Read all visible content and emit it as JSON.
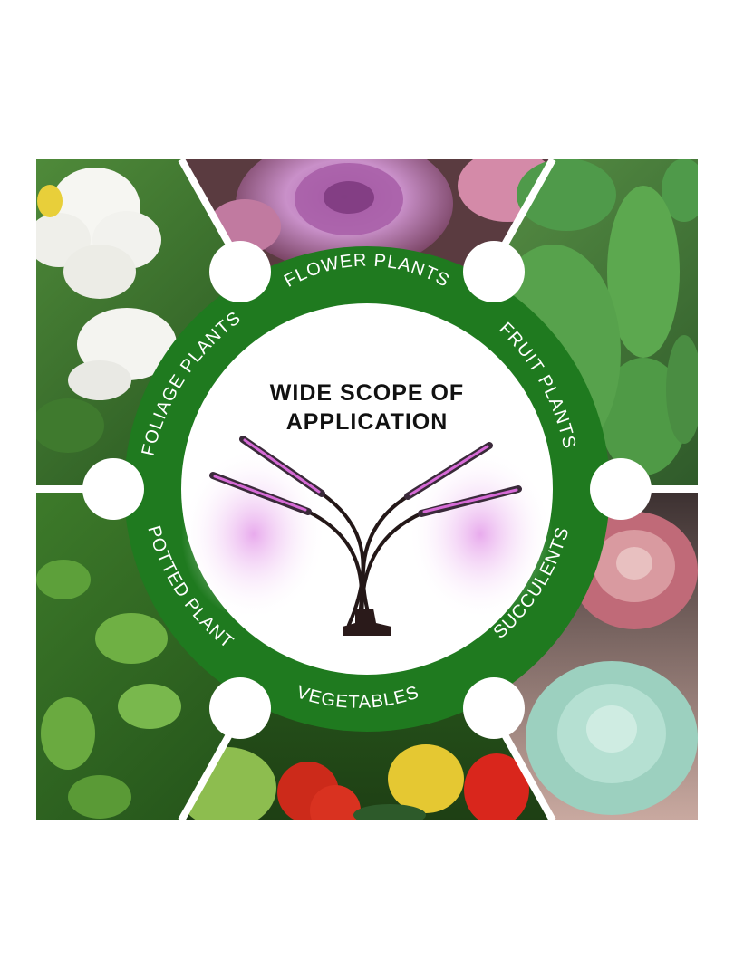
{
  "title": {
    "line1": "WIDE SCOPE OF",
    "line2": "APPLICATION"
  },
  "categories": [
    {
      "label": "FLOWER PLANTS",
      "photo": "pink-rose-photo"
    },
    {
      "label": "FRUIT PLANTS",
      "photo": "cactus-photo"
    },
    {
      "label": "SUCCULENTS",
      "photo": "succulent-photo"
    },
    {
      "label": "VEGETABLES",
      "photo": "vegetables-photo"
    },
    {
      "label": "POTTED PLANT",
      "photo": "pothos-photo"
    },
    {
      "label": "FOLIAGE PLANTS",
      "photo": "gardenia-photo"
    }
  ],
  "colors": {
    "ring_green": "#1f7a1f",
    "grow_light_glow": "#e7a6ec",
    "background": "#ffffff"
  }
}
